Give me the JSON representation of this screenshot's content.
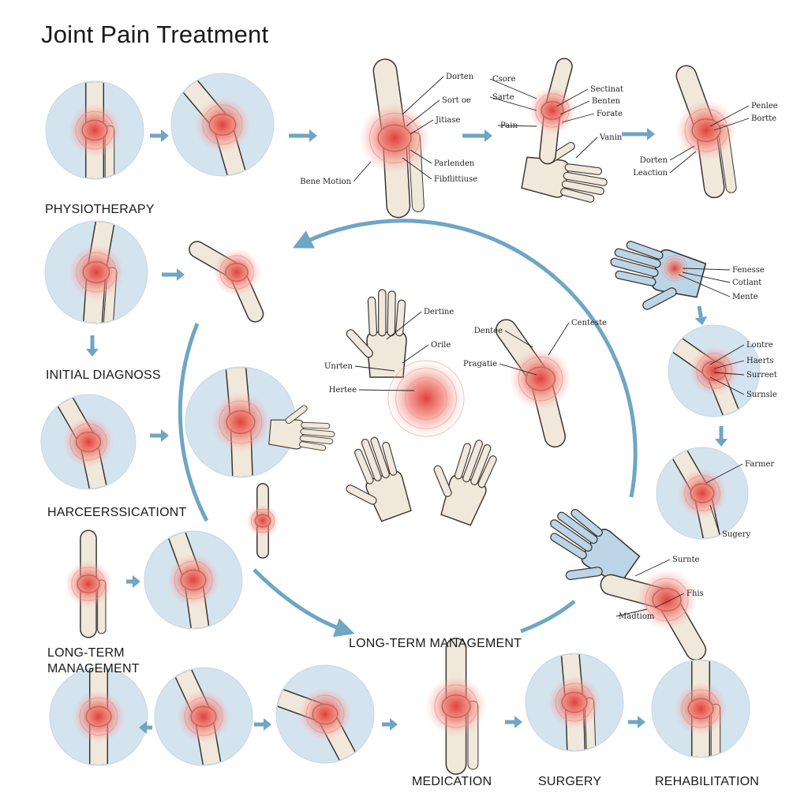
{
  "title": "Joint Pain Treatment",
  "colors": {
    "accent_blue": "#6ea6c4",
    "circle_bg": "#d4e4ef",
    "bone": "#f1e8dc",
    "outline": "#3a3530",
    "pain_red": "#e0413a",
    "glove": "#bcd5e6"
  },
  "stages": {
    "physiotherapy": "PHYSIOTHERAPY",
    "initial_diagnosis": "INITIAL DIAGNOSS",
    "harceerssicationt": "HARCEERSSICATIONT",
    "long_term_left_1": "LONG-TERM",
    "long_term_left_2": "MANAGEMENT",
    "long_term_center": "LONG-TERM MANAGEMENT",
    "medication": "MEDICATION",
    "surgery": "SURGERY",
    "rehabilitation": "REHABILITATION"
  },
  "callouts": {
    "knee_top": [
      "Dorten",
      "Sort oe",
      "Jitiase",
      "Bene Motion",
      "Parlenden",
      "Fibflittiuse"
    ],
    "hand_top": [
      "Csore",
      "Sarte",
      "Pain",
      "Sectinat",
      "Benten",
      "Forate",
      "Vanin"
    ],
    "elbow_top_right": [
      "Penlee",
      "Bortte",
      "Dorten",
      "Leaction"
    ],
    "glove_right": [
      "Fenesse",
      "Cotlant",
      "Mente"
    ],
    "shoulder_right": [
      "Lontre",
      "Haerts",
      "Surreet",
      "Surnsle"
    ],
    "knee_right": [
      "Farmer",
      "Sugery"
    ],
    "arm_right": [
      "Surnte",
      "Fhis",
      "Madtiom"
    ],
    "center_hand": [
      "Dertine",
      "Orile",
      "Unrten",
      "Hertee"
    ],
    "center_elbow": [
      "Dentee",
      "Centeste",
      "Pragatie"
    ]
  }
}
